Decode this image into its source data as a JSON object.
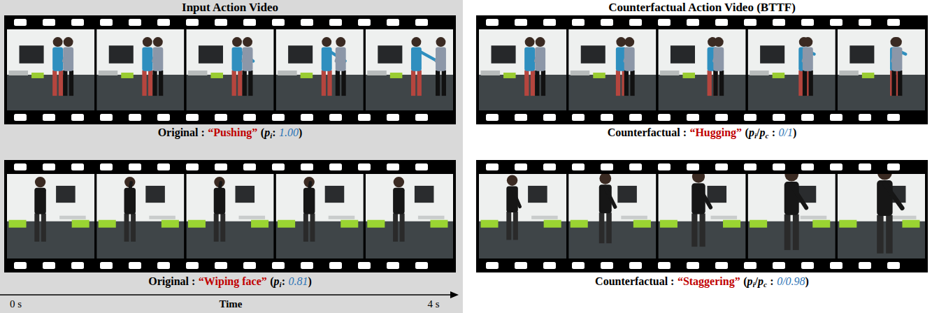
{
  "diagram": {
    "labels": [
      "Input Action Video",
      "Counterfactual Action Video (BTTF)",
      "Original :",
      "“Pushing”",
      "(",
      "p",
      "i",
      ":",
      "1.00",
      ")",
      "Counterfactual :",
      "“Hugging”",
      "(",
      "p",
      "i",
      "/",
      "p",
      "c",
      ":",
      "0/1",
      ")",
      "Original :",
      "“Wiping face”",
      "(",
      "p",
      "i",
      ":",
      "0.81",
      ")",
      "Counterfactual :",
      "“Staggering”",
      "(",
      "p",
      "i",
      "/",
      "p",
      "c",
      ":",
      "0/0.98",
      ")",
      "0 s",
      "Time",
      "4 s"
    ]
  }
}
